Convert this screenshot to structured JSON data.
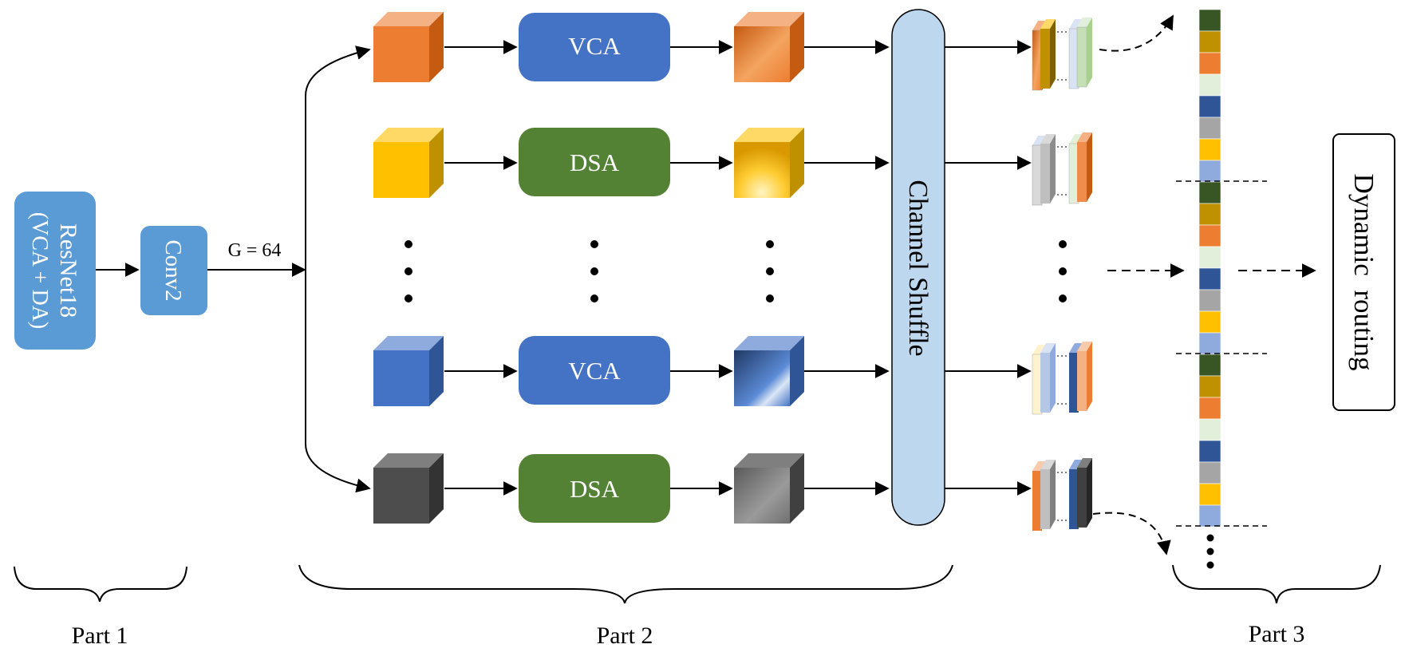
{
  "part1": {
    "backbone_line1": "ResNet18",
    "backbone_line2": "(VCA + DA)",
    "conv_label": "Conv2",
    "group_label": "G = 64"
  },
  "part2": {
    "branches": [
      {
        "module": "VCA",
        "color": "#4472c4",
        "cube_color": "#ed7d31"
      },
      {
        "module": "DSA",
        "color": "#548235",
        "cube_color": "#ffc000"
      },
      {
        "module": "VCA",
        "color": "#4472c4",
        "cube_color": "#4472c4"
      },
      {
        "module": "DSA",
        "color": "#548235",
        "cube_color": "#4d4d4d"
      }
    ],
    "shuffle_label": "Channel Shuffle"
  },
  "part3": {
    "routing_label": "Dynamic  routing",
    "vector_colors": [
      "#375623",
      "#bf9000",
      "#ed7d31",
      "#e2efda",
      "#2f5597",
      "#a5a5a5",
      "#ffc000",
      "#8faadc"
    ]
  },
  "parts": {
    "part1": "Part 1",
    "part2": "Part 2",
    "part3": "Part 3"
  }
}
